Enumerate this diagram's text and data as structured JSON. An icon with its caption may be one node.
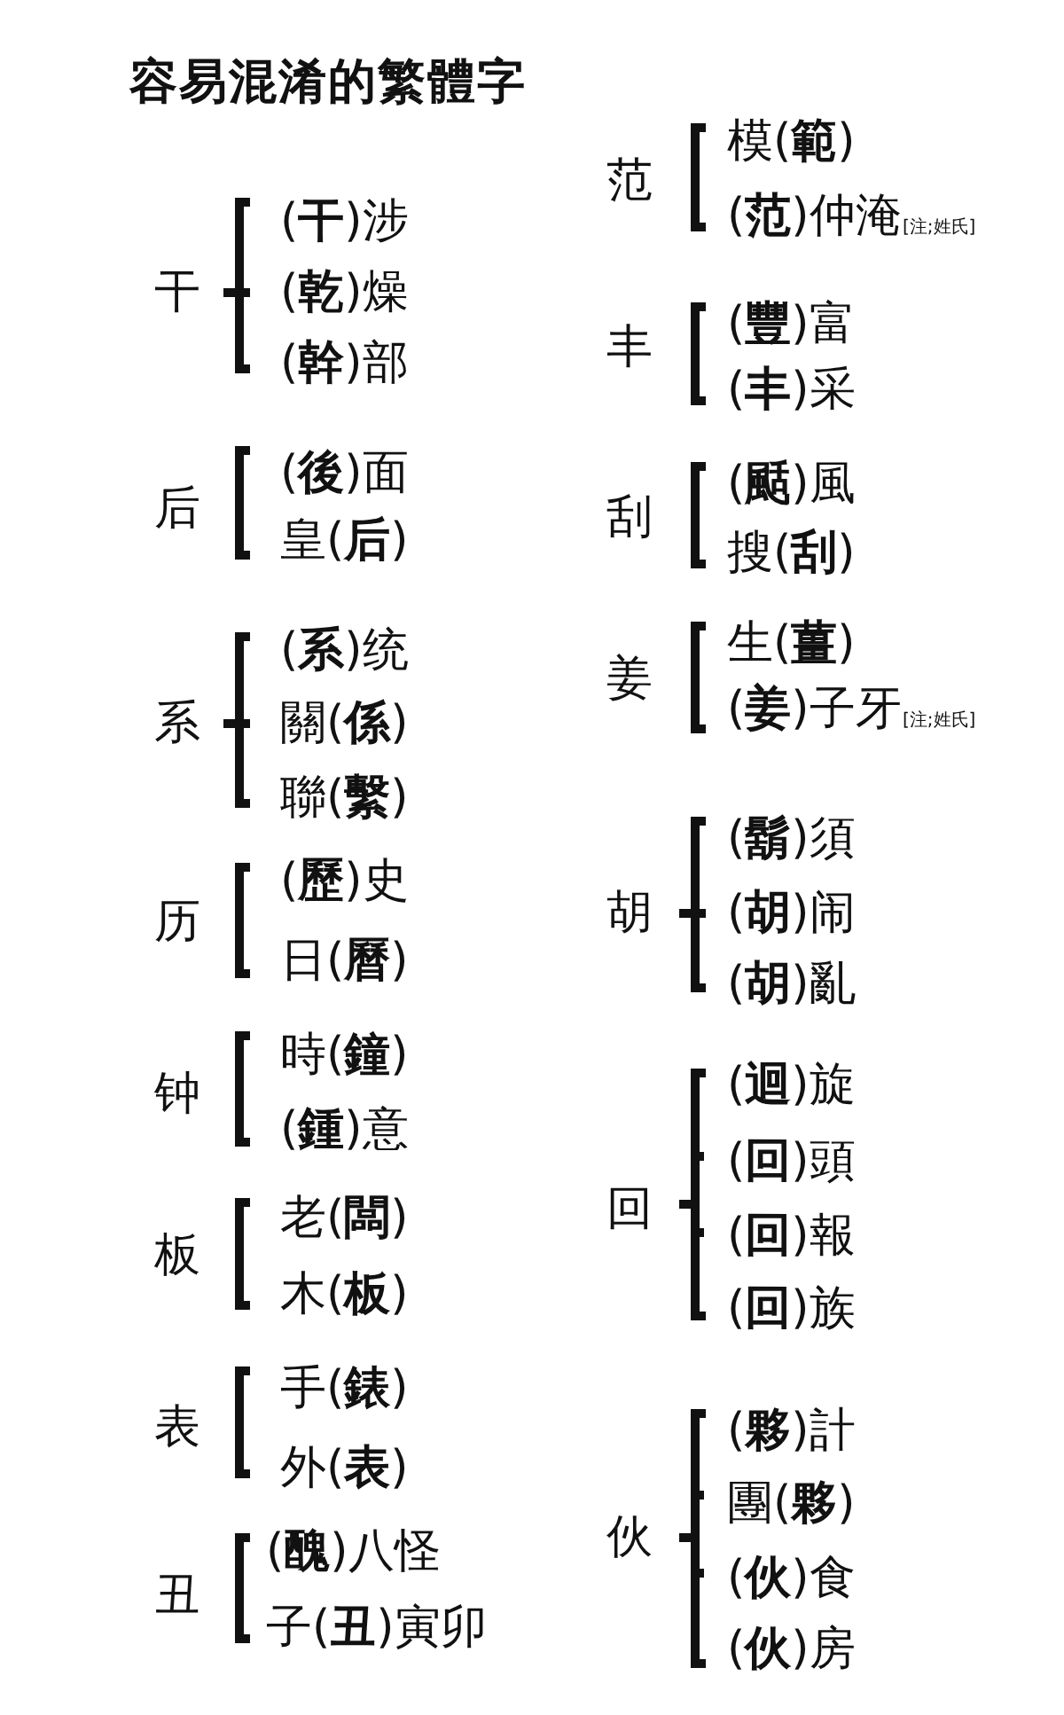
{
  "diagram": {
    "title": "容易混淆的繁體字",
    "labels": [
      "干",
      "(**干**)涉",
      "(**乾**)燥",
      "(**幹**)部",
      "后",
      "(**後**)面",
      "皇(**后**)",
      "系",
      "(**系**)统",
      "關(**係**)",
      "聯(**繫**)",
      "历",
      "(**歷**)史",
      "日(**曆**)",
      "钟",
      "時(**鐘**)",
      "(**鍾**)意",
      "板",
      "老(**闆**)",
      "木(**板**)",
      "表",
      "手(**錶**)",
      "外(**表**)",
      "丑",
      "(**醜**)八怪",
      "子(**丑**)寅卯",
      "范",
      "模(**範**)",
      "(**范**)仲淹",
      "[注;姓氏]",
      "丰",
      "(**豐**)富",
      "(**丰**)采",
      "刮",
      "(**颳**)風",
      "搜(**刮**)",
      "姜",
      "生(**薑**)",
      "(**姜**)子牙",
      "[注;姓氏]",
      "胡",
      "(**鬍**)須",
      "(**胡**)闹",
      "(**胡**)亂",
      "回",
      "(**迴**)旋",
      "(**回**)頭",
      "(**回**)報",
      "(**回**)族",
      "伙",
      "(**夥**)計",
      "團(**夥**)",
      "(**伙**)食",
      "(**伙**)房"
    ]
  }
}
